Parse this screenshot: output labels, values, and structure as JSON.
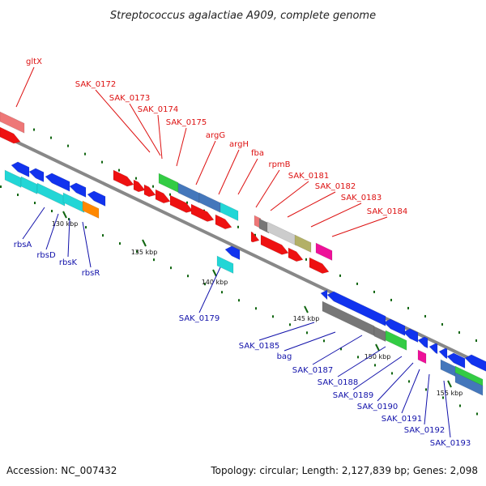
{
  "title": "Streptococcus agalactiae A909, complete genome",
  "footer": {
    "accession": "Accession: NC_007432",
    "topology": "Topology: circular; Length: 2,127,839 bp; Genes: 2,098"
  },
  "ticks": [
    {
      "label": "130 kbp"
    },
    {
      "label": "135 kbp"
    },
    {
      "label": "140 kbp"
    },
    {
      "label": "145 kbp"
    },
    {
      "label": "150 kbp"
    },
    {
      "label": "155 kbp"
    }
  ],
  "colors": {
    "forward_label": "#dd1111",
    "reverse_label": "#1111aa",
    "red": "#ee1111",
    "blue": "#1133ee",
    "cyan": "#22d6d6",
    "steelblue": "#4477bb",
    "green": "#33cc44",
    "gray": "#777777",
    "lightgray": "#cccccc",
    "olive": "#b3b066",
    "magenta": "#ee1199",
    "orange": "#ff8800",
    "pink": "#ee7777",
    "backbone": "#888888",
    "tick": "#116611"
  },
  "forward_genes": [
    {
      "name": "gltX"
    },
    {
      "name": "SAK_0172"
    },
    {
      "name": "SAK_0173"
    },
    {
      "name": "SAK_0174"
    },
    {
      "name": "SAK_0175"
    },
    {
      "name": "argG"
    },
    {
      "name": "argH"
    },
    {
      "name": "fba"
    },
    {
      "name": "rpmB"
    },
    {
      "name": "SAK_0181"
    },
    {
      "name": "SAK_0182"
    },
    {
      "name": "SAK_0183"
    },
    {
      "name": "SAK_0184"
    }
  ],
  "reverse_genes": [
    {
      "name": "rbsA"
    },
    {
      "name": "rbsD"
    },
    {
      "name": "rbsK"
    },
    {
      "name": "rbsR"
    },
    {
      "name": "SAK_0179"
    },
    {
      "name": "SAK_0185"
    },
    {
      "name": "bag"
    },
    {
      "name": "SAK_0187"
    },
    {
      "name": "SAK_0188"
    },
    {
      "name": "SAK_0189"
    },
    {
      "name": "SAK_0190"
    },
    {
      "name": "SAK_0191"
    },
    {
      "name": "SAK_0192"
    },
    {
      "name": "SAK_0193"
    }
  ]
}
